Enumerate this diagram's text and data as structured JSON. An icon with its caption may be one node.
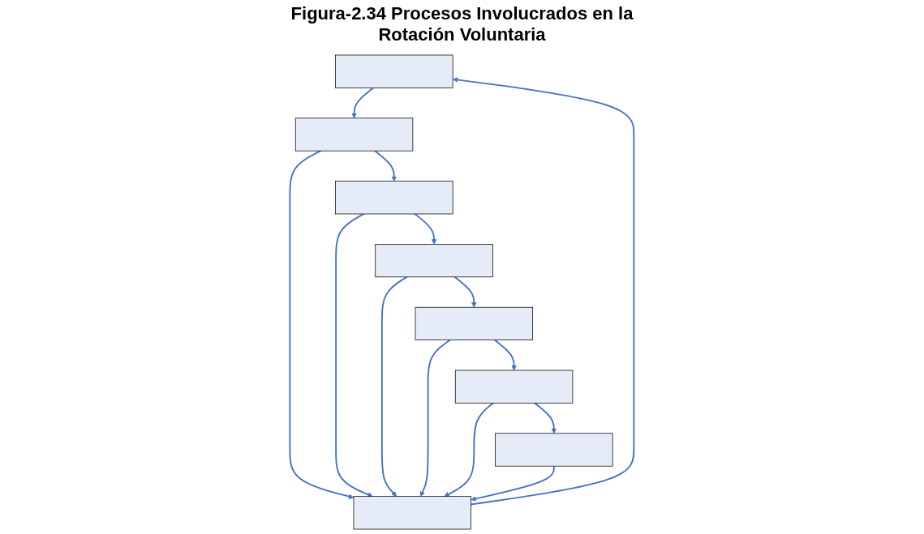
{
  "diagram": {
    "title": "Figura-2.34 Procesos Involucrados en la Rotación Voluntaria",
    "nodes": [
      {
        "text": [],
        "shape": "box"
      },
      {
        "text": [],
        "shape": "box"
      },
      {
        "text": [],
        "shape": "box"
      },
      {
        "text": [],
        "shape": "box"
      },
      {
        "text": [],
        "shape": "box"
      },
      {
        "text": [],
        "shape": "box"
      },
      {
        "text": [],
        "shape": "box"
      },
      {
        "text": [],
        "shape": "box"
      }
    ],
    "edges": [
      {
        "from": 7,
        "to": 0,
        "arrow": "to"
      },
      {
        "from": 0,
        "to": 1,
        "arrow": "to"
      },
      {
        "from": 1,
        "to": 2,
        "arrow": "to"
      },
      {
        "from": 2,
        "to": 3,
        "arrow": "to"
      },
      {
        "from": 3,
        "to": 4,
        "arrow": "to"
      },
      {
        "from": 4,
        "to": 5,
        "arrow": "to"
      },
      {
        "from": 5,
        "to": 6,
        "arrow": "to"
      },
      {
        "from": 1,
        "to": 7,
        "arrow": "to"
      },
      {
        "from": 2,
        "to": 7,
        "arrow": "to"
      },
      {
        "from": 3,
        "to": 7,
        "arrow": "to"
      },
      {
        "from": 4,
        "to": 7,
        "arrow": "to"
      },
      {
        "from": 5,
        "to": 7,
        "arrow": "to"
      },
      {
        "from": 6,
        "to": 7,
        "arrow": "to"
      }
    ]
  }
}
